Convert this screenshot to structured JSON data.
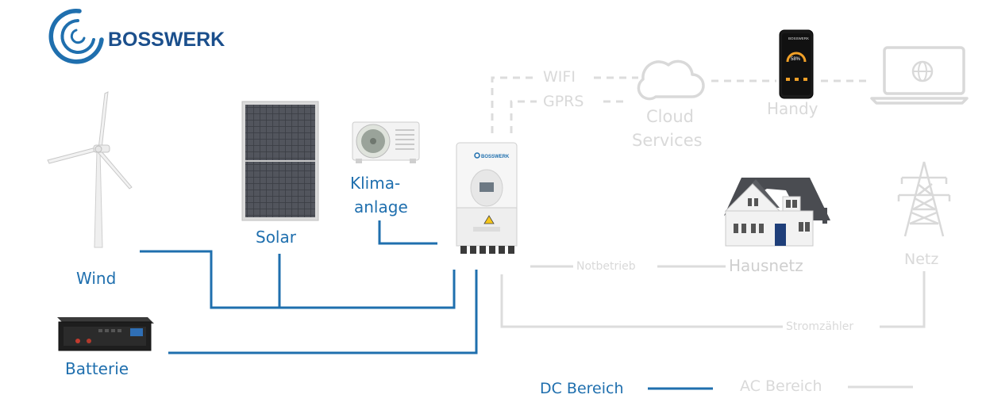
{
  "brand": {
    "name": "BOSSWERK",
    "accent": "#1f6fae",
    "inactive": "#d9d9d9"
  },
  "labels": {
    "wind": "Wind",
    "solar": "Solar",
    "klima_line1": "Klima-",
    "klima_line2": "anlage",
    "batterie": "Batterie",
    "wifi": "WIFI",
    "gprs": "GPRS",
    "cloud_line1": "Cloud",
    "cloud_line2": "Services",
    "handy": "Handy",
    "hausnetz": "Hausnetz",
    "netz": "Netz",
    "notbetrieb": "Notbetrieb",
    "stromzaehler": "Stromzähler"
  },
  "legend": {
    "dc": "DC Bereich",
    "ac": "AC Bereich"
  },
  "icons": [
    "logo-icon",
    "wind-turbine-icon",
    "solar-panel-icon",
    "air-conditioner-icon",
    "inverter-icon",
    "battery-icon",
    "cloud-icon",
    "smartphone-icon",
    "laptop-icon",
    "house-icon",
    "power-pylon-icon"
  ],
  "phone": {
    "brand": "BOSSWERK",
    "percent": "58%"
  },
  "inverter": {
    "brand": "BOSSWERK"
  }
}
